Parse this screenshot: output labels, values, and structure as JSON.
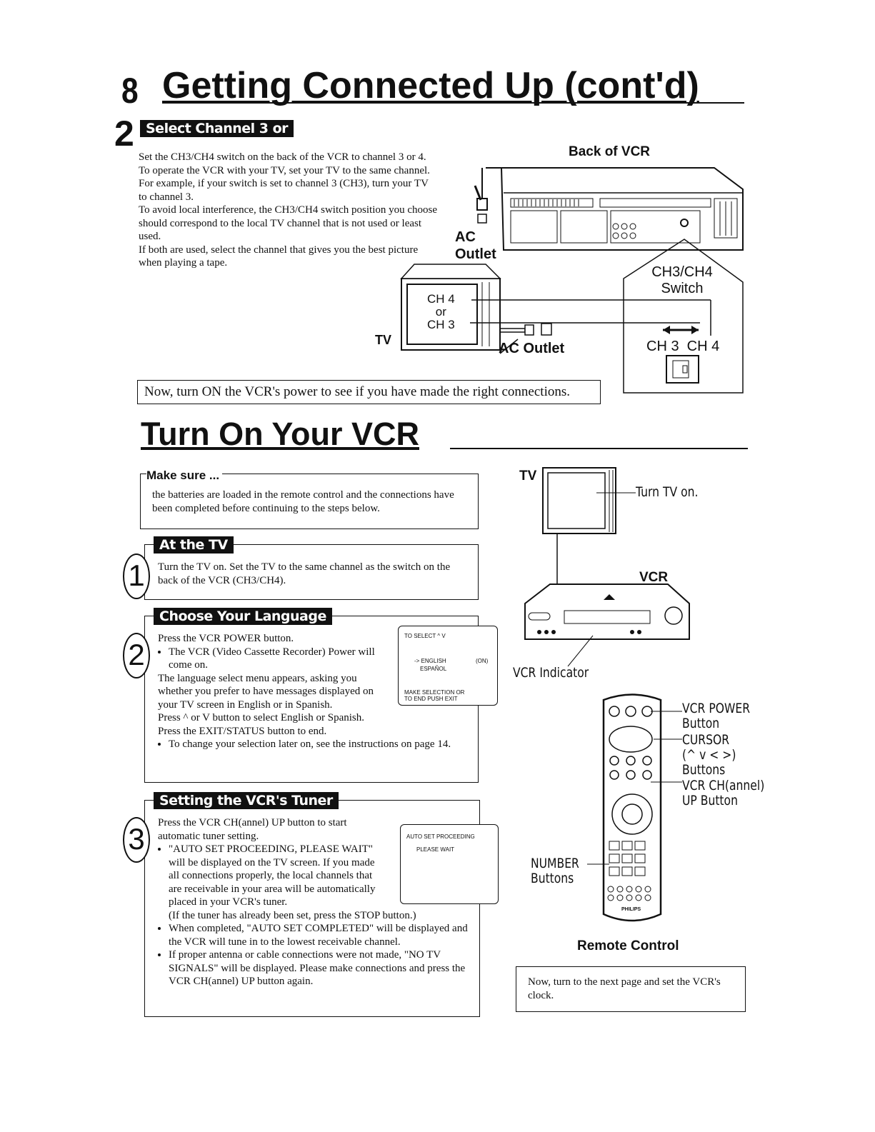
{
  "page_number": "8",
  "page_title": "Getting Connected Up (cont'd)",
  "step2": {
    "number": "2",
    "header": "Select Channel 3 or",
    "paragraphs": [
      "Set the CH3/CH4 switch on the back of the VCR to channel 3 or 4. To operate the VCR with your TV, set your TV to the same channel. For example, if your switch is set to channel 3 (CH3), turn your TV to channel 3.",
      "To avoid local interference, the CH3/CH4 switch position you choose should correspond to the local TV channel that is not used or least used.",
      "If both are used, select the channel that gives you the best picture when playing a tape."
    ]
  },
  "diagram1": {
    "back_of_vcr": "Back of VCR",
    "ac_outlet_top": "AC\nOutlet",
    "ac": "AC",
    "outlet": "Outlet",
    "tv_label": "TV",
    "ch4": "CH 4",
    "or": "or",
    "ch3": "CH 3",
    "ac_outlet_bottom": "AC Outlet",
    "switch_title_1": "CH3/CH4",
    "switch_title_2": "Switch",
    "ch3_ch4": "CH 3  CH 4"
  },
  "notice": "Now, turn ON the VCR's power to see if you have made the right connections.",
  "section_title": "Turn On Your VCR",
  "make_sure": {
    "title": "Make sure ...",
    "text": "the batteries are loaded in the remote control and the connections have been completed before continuing to the steps below."
  },
  "at_tv": {
    "number": "1",
    "header": "At the TV",
    "text": "Turn the TV on. Set the TV to the same channel as the switch on the back of the VCR (CH3/CH4)."
  },
  "language": {
    "number": "2",
    "header": "Choose Your Language",
    "line1": "Press the VCR POWER button.",
    "bullet1": "The VCR (Video Cassette Recorder) Power will come on.",
    "line2": "The language select menu appears, asking you whether you prefer to have messages displayed on your TV screen in English or in Spanish.",
    "line3": "Press ^ or V button to select English or Spanish.",
    "line4": "Press the EXIT/STATUS button to end.",
    "bullet2": "To change your selection later on, see the instructions on page 14.",
    "screen": {
      "top": "TO SELECT ^ V",
      "english": "-> ENGLISH",
      "on": "(ON)",
      "espanol": "ESPAÑOL",
      "bottom1": "MAKE SELECTION OR",
      "bottom2": "TO END PUSH EXIT"
    }
  },
  "tuner": {
    "number": "3",
    "header": "Setting the VCR's Tuner",
    "line1": "Press the VCR CH(annel) UP button to start automatic tuner setting.",
    "bullet1": "\"AUTO SET PROCEEDING, PLEASE WAIT\" will be displayed on the TV screen. If you made all connections properly, the local channels that are receivable in your area will be automatically placed in your VCR's tuner.",
    "note": "(If the tuner has already been set, press the STOP button.)",
    "bullet2": "When completed, \"AUTO SET COMPLETED\" will be displayed and the VCR will tune in to the lowest receivable channel.",
    "bullet3": "If proper antenna or cable connections were not made, \"NO TV SIGNALS\" will be displayed. Please make connections and press the VCR CH(annel) UP button again.",
    "screen": {
      "line1": "AUTO SET PROCEEDING",
      "line2": "PLEASE WAIT"
    }
  },
  "diagram2": {
    "tv_label": "TV",
    "turn_tv_on": "Turn TV on.",
    "vcr_label": "VCR",
    "vcr_indicator": "VCR Indicator",
    "vcr_power_1": "VCR POWER",
    "vcr_power_2": "Button",
    "cursor_1": "CURSOR",
    "cursor_2": "(^ v < >)",
    "cursor_3": "Buttons",
    "ch_up_1": "VCR CH(annel)",
    "ch_up_2": "UP Button",
    "number_1": "NUMBER",
    "number_2": "Buttons",
    "brand": "PHILIPS",
    "remote_caption": "Remote Control"
  },
  "next_note": "Now, turn to the next page and set the VCR's clock."
}
